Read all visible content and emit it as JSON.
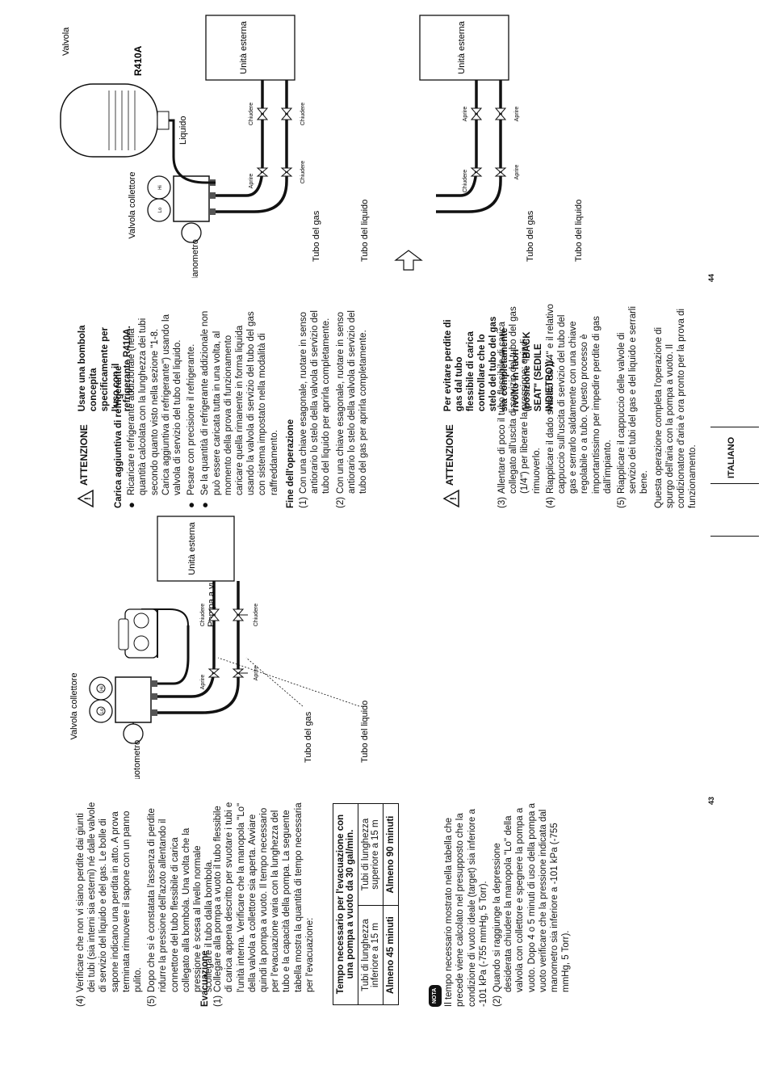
{
  "page_left": {
    "number": "43",
    "item4": {
      "num": "(4)",
      "text": "Verificare che non vi siano perdite dai giunti dei tubi (sia interni sia esterni) né dalle valvole di servizio del liquido e del gas. Le bolle di sapone indicano una perdita in atto. A prova terminata rimuovere il sapone con un panno pulito."
    },
    "item5": {
      "num": "(5)",
      "text": "Dopo che si è constatata l'assenza di perdite ridurre la pressione dell'azoto allentando il connettore del tubo flessibile di carica collegato alla bombola. Una volta che la pressione è scesa al livello normale scollegare il tubo dalla bombola."
    },
    "evac_heading": "Evacuazione",
    "evac1": {
      "num": "(1)",
      "text": "Collegare alla pompa a vuoto il tubo flessibile di carica appena descritto per svuotare i tubi e l'unità interna. Verificare che la manopola \"Lo\" della valvola a collettore sia aperta. Avviare quindi la pompa a vuoto. Il tempo necessario per l'evacuazione varia con la lunghezza del tubo e la capacità della pompa. La seguente tabella mostra la quantità di tempo necessaria per l'evacuazione:"
    },
    "table": {
      "header": "Tempo necessario per l'evacuazione con una pompa a vuoto da 30 gal/min.",
      "col1": "Tubi di lunghezza inferiore a 15 m",
      "col2": "Tubi di lunghezza superiore a 15 m",
      "val1": "Almeno 45 minuti",
      "val2": "Almeno 90 minuti"
    },
    "nota_label": "NOTA",
    "nota_text": "Il tempo necessario mostrato nella tabella che precede viene calcolato nel presupposto che la condizione di vuoto ideale (target) sia inferiore a -101 kPa (-755 mmHg, 5 Torr).",
    "evac2": {
      "num": "(2)",
      "text": "Quando si raggiunge la depressione desiderata chiudere la manopola \"Lo\" della valvola con collettore e spegnere la pompa a vuoto. Dopo 4 o 5 minuti di uso della pompa a vuoto verificare che la pressione indicata dal manometro sia inferiore a -101 kPa (-755 mmHg, 5 Torr)."
    },
    "diagram": {
      "manifold_valve": "Valvola collettore",
      "vacuum_gauge": "Vuotometro",
      "vacuum_pump": "Pompa a vuoto",
      "outdoor_unit": "Unità esterna",
      "gas_tube": "Tubo del gas",
      "liquid_tube": "Tubo del liquido",
      "open": "Aprire",
      "close": "Chiudere",
      "lo": "Lo",
      "hi": "Hi"
    }
  },
  "page_right": {
    "number": "44",
    "language": "ITALIANO",
    "warning1": {
      "label": "ATTENZIONE",
      "text": "Usare una bombola concepita specificamente per l'uso con il refrigerante R410A."
    },
    "charge_heading": "Carica aggiuntiva di refrigerante",
    "bullets": [
      "Ricaricare refrigerante addizionale (nella quantità calcolata con la lunghezza dei tubi secondo quanto visto nella sezione \"1-8. Carica aggiuntiva di refrigerante\") usando la valvola di servizio del tubo del liquido.",
      "Pesare con precisione il refrigerante.",
      "Se la quantità di refrigerante addizionale non può essere caricata tutta in una volta, al momento della prova di funzionamento caricare quella rimanente in forma liquida usando la valvola di servizio del tubo del gas con sistema impostato nella modalità di raffreddamento."
    ],
    "bullet_symbol": "●",
    "end_heading": "Fine dell'operazione",
    "end1": {
      "num": "(1)",
      "text": "Con una chiave esagonale, ruotare in senso antiorario lo stelo della valvola di servizio del tubo del liquido per aprirla completamente."
    },
    "end2": {
      "num": "(2)",
      "text": "Con una chiave esagonale, ruotare in senso antiorario lo stelo della valvola di servizio del tubo del gas per aprirla completamente."
    },
    "warning2": {
      "label": "ATTENZIONE",
      "text": "Per evitare perdite di gas dal tubo flessibile di carica controllare che lo stelo del tubo del gas sia completamente rivolto in fuori (posizione \"BACK SEAT\" (SEDILE INDIETRO))."
    },
    "end3": {
      "num": "(3)",
      "text": "Allentare di poco il tubo flessibile di carica collegato all'uscita di servizio del tubo del gas (1/4\") per liberare la pressione; quindi rimuoverlo."
    },
    "end4": {
      "num": "(4)",
      "text": "Riapplicare il dado svasato da 1/4\" e il relativo cappuccio sull'uscita di servizio del tubo del gas e serrarlo saldamente con una chiave regolabile o a tubo. Questo processo è importantissimo per impedire perdite di gas dall'impianto."
    },
    "end5": {
      "num": "(5)",
      "text": "Riapplicare il cappuccio delle valvole di servizio dei tubi del gas e del liquido e serrarli bene."
    },
    "closing": "Questa operazione completa l'operazione di spurgo dell'aria con la pompa a vuoto. Il condizionatore d'aria è ora pronto per la prova di funzionamento.",
    "diagram": {
      "manifold_valve": "Valvola collettore",
      "gauge": "Manometro",
      "valve": "Valvola",
      "liquid": "Liquido",
      "refrigerant": "R410A",
      "outdoor_unit": "Unità esterna",
      "gas_tube": "Tubo del gas",
      "liquid_tube": "Tubo del liquido",
      "open": "Aprire",
      "close": "Chiudere",
      "lo": "Lo",
      "hi": "Hi"
    }
  }
}
